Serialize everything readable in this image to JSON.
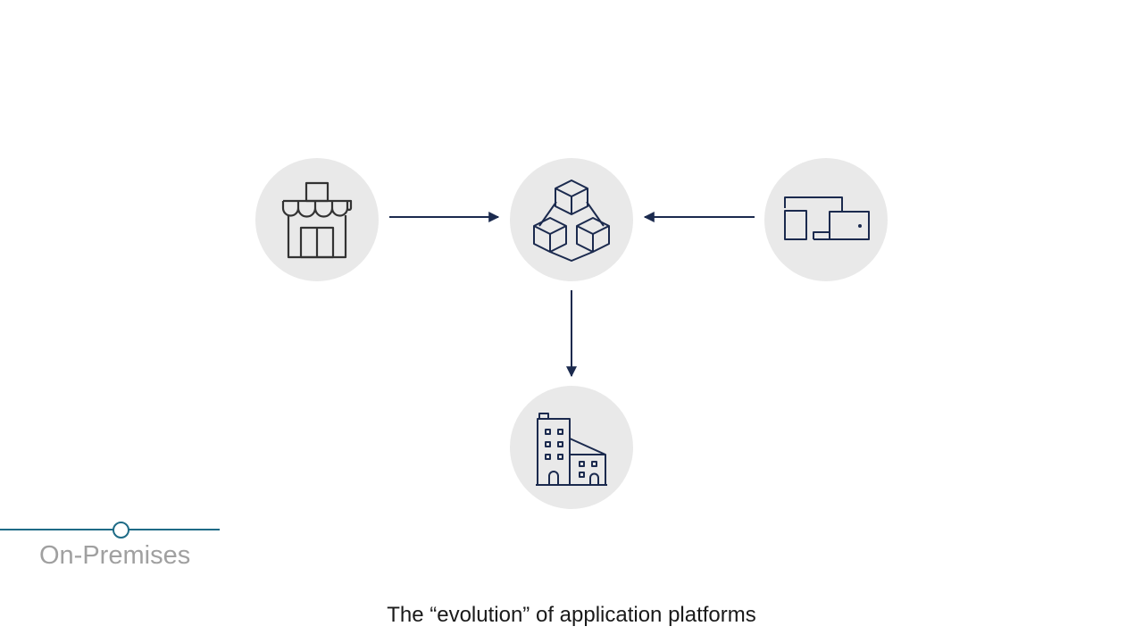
{
  "slide": {
    "stage_label": "On-Premises",
    "caption": "The “evolution” of application platforms"
  },
  "diagram": {
    "nodes": [
      {
        "id": "store",
        "icon": "storefront-icon"
      },
      {
        "id": "hub",
        "icon": "cubes-icon"
      },
      {
        "id": "devices",
        "icon": "devices-icon"
      },
      {
        "id": "enterprise",
        "icon": "office-building-icon"
      }
    ],
    "edges": [
      {
        "from": "store",
        "to": "hub"
      },
      {
        "from": "devices",
        "to": "hub"
      },
      {
        "from": "hub",
        "to": "enterprise"
      }
    ]
  },
  "colors": {
    "node_fill": "#e9e9e9",
    "icon_navy": "#1b2a4e",
    "icon_gray": "#333333",
    "timeline": "#1e6b86",
    "label_gray": "#a0a0a0"
  }
}
